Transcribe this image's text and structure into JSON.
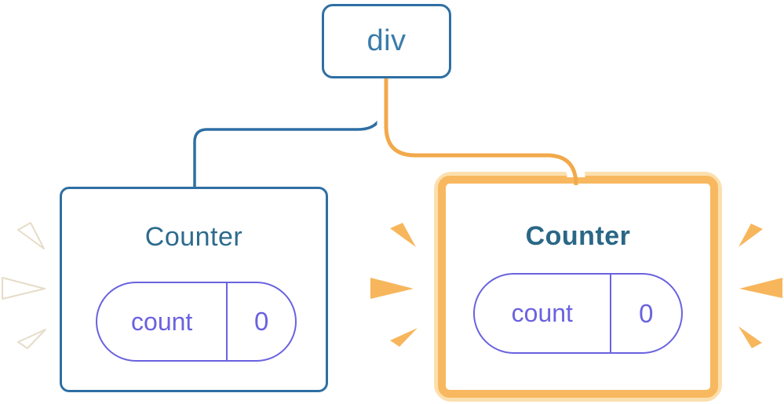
{
  "diagram_type": "react-component-tree",
  "root": {
    "label": "div"
  },
  "counters": {
    "left": {
      "title": "Counter",
      "state_key": "count",
      "state_value": "0",
      "highlighted": false,
      "burst_marks": 3
    },
    "right": {
      "title": "Counter",
      "state_key": "count",
      "state_value": "0",
      "highlighted": true,
      "burst_marks": 6
    }
  },
  "colors": {
    "box_border_blue": "#2e6fa3",
    "root_label_text": "#3a7cab",
    "counter_title_text": "#2d6b8e",
    "state_pill_purple": "#6a62df",
    "edge_blue": "#2e6fa3",
    "edge_orange": "#f2a94a",
    "highlight_ring_orange": "#f8b85f",
    "highlight_ring_pale": "#fcdfae",
    "burst_orange": "#f7b65c",
    "burst_white": "#ffffff"
  }
}
